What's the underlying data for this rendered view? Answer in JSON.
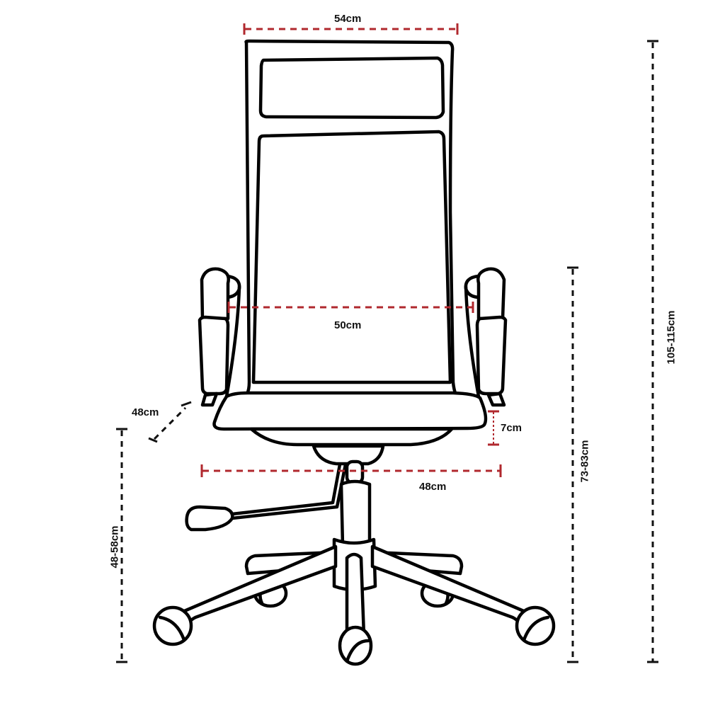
{
  "diagram": {
    "subject": "High-back office chair dimension drawing",
    "colors": {
      "outline": "#000000",
      "dimension_red": "#b0282e",
      "dimension_black": "#111111",
      "background": "#ffffff"
    },
    "dimensions": {
      "backrest_width": "54cm",
      "seat_width_between_arms": "50cm",
      "seat_depth": "48cm",
      "seat_thickness": "7cm",
      "base_width": "48cm",
      "seat_height": "48-58cm",
      "armrest_height": "73-83cm",
      "total_height": "105-115cm"
    }
  }
}
